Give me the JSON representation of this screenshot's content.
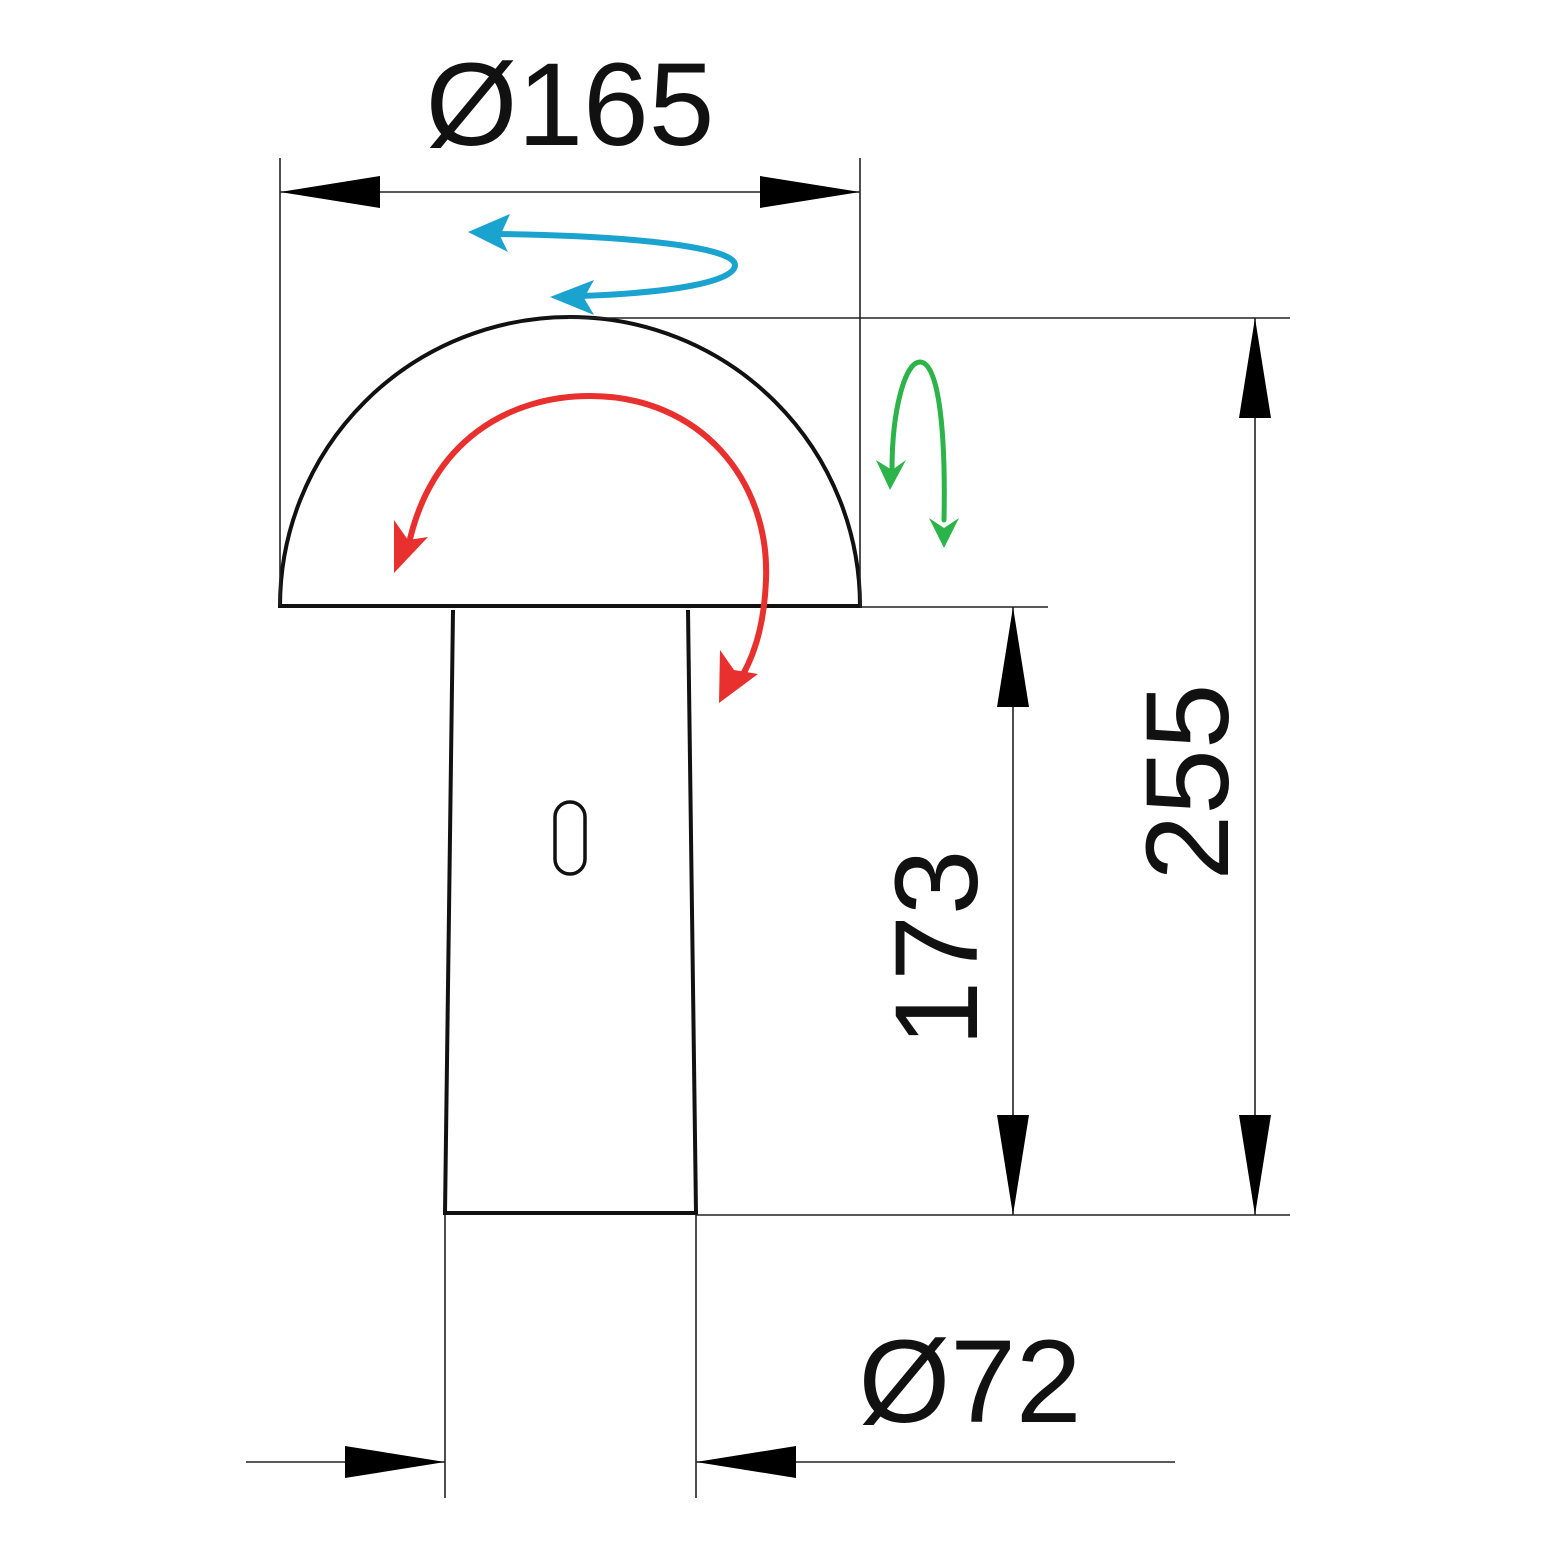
{
  "dimensions": {
    "shade_diameter": "Ø165",
    "total_height": "255",
    "base_height": "173",
    "base_diameter": "Ø72"
  },
  "colors": {
    "rotate_horizontal": "#1aa3cf",
    "rotate_shade": "#e8302e",
    "tilt": "#2cb34a",
    "outline": "#111111"
  },
  "icons": {
    "rotate_horizontal": "horizontal-rotation-arrow-icon",
    "rotate_shade": "shade-rotation-arrow-icon",
    "tilt": "tilt-arrow-icon"
  }
}
